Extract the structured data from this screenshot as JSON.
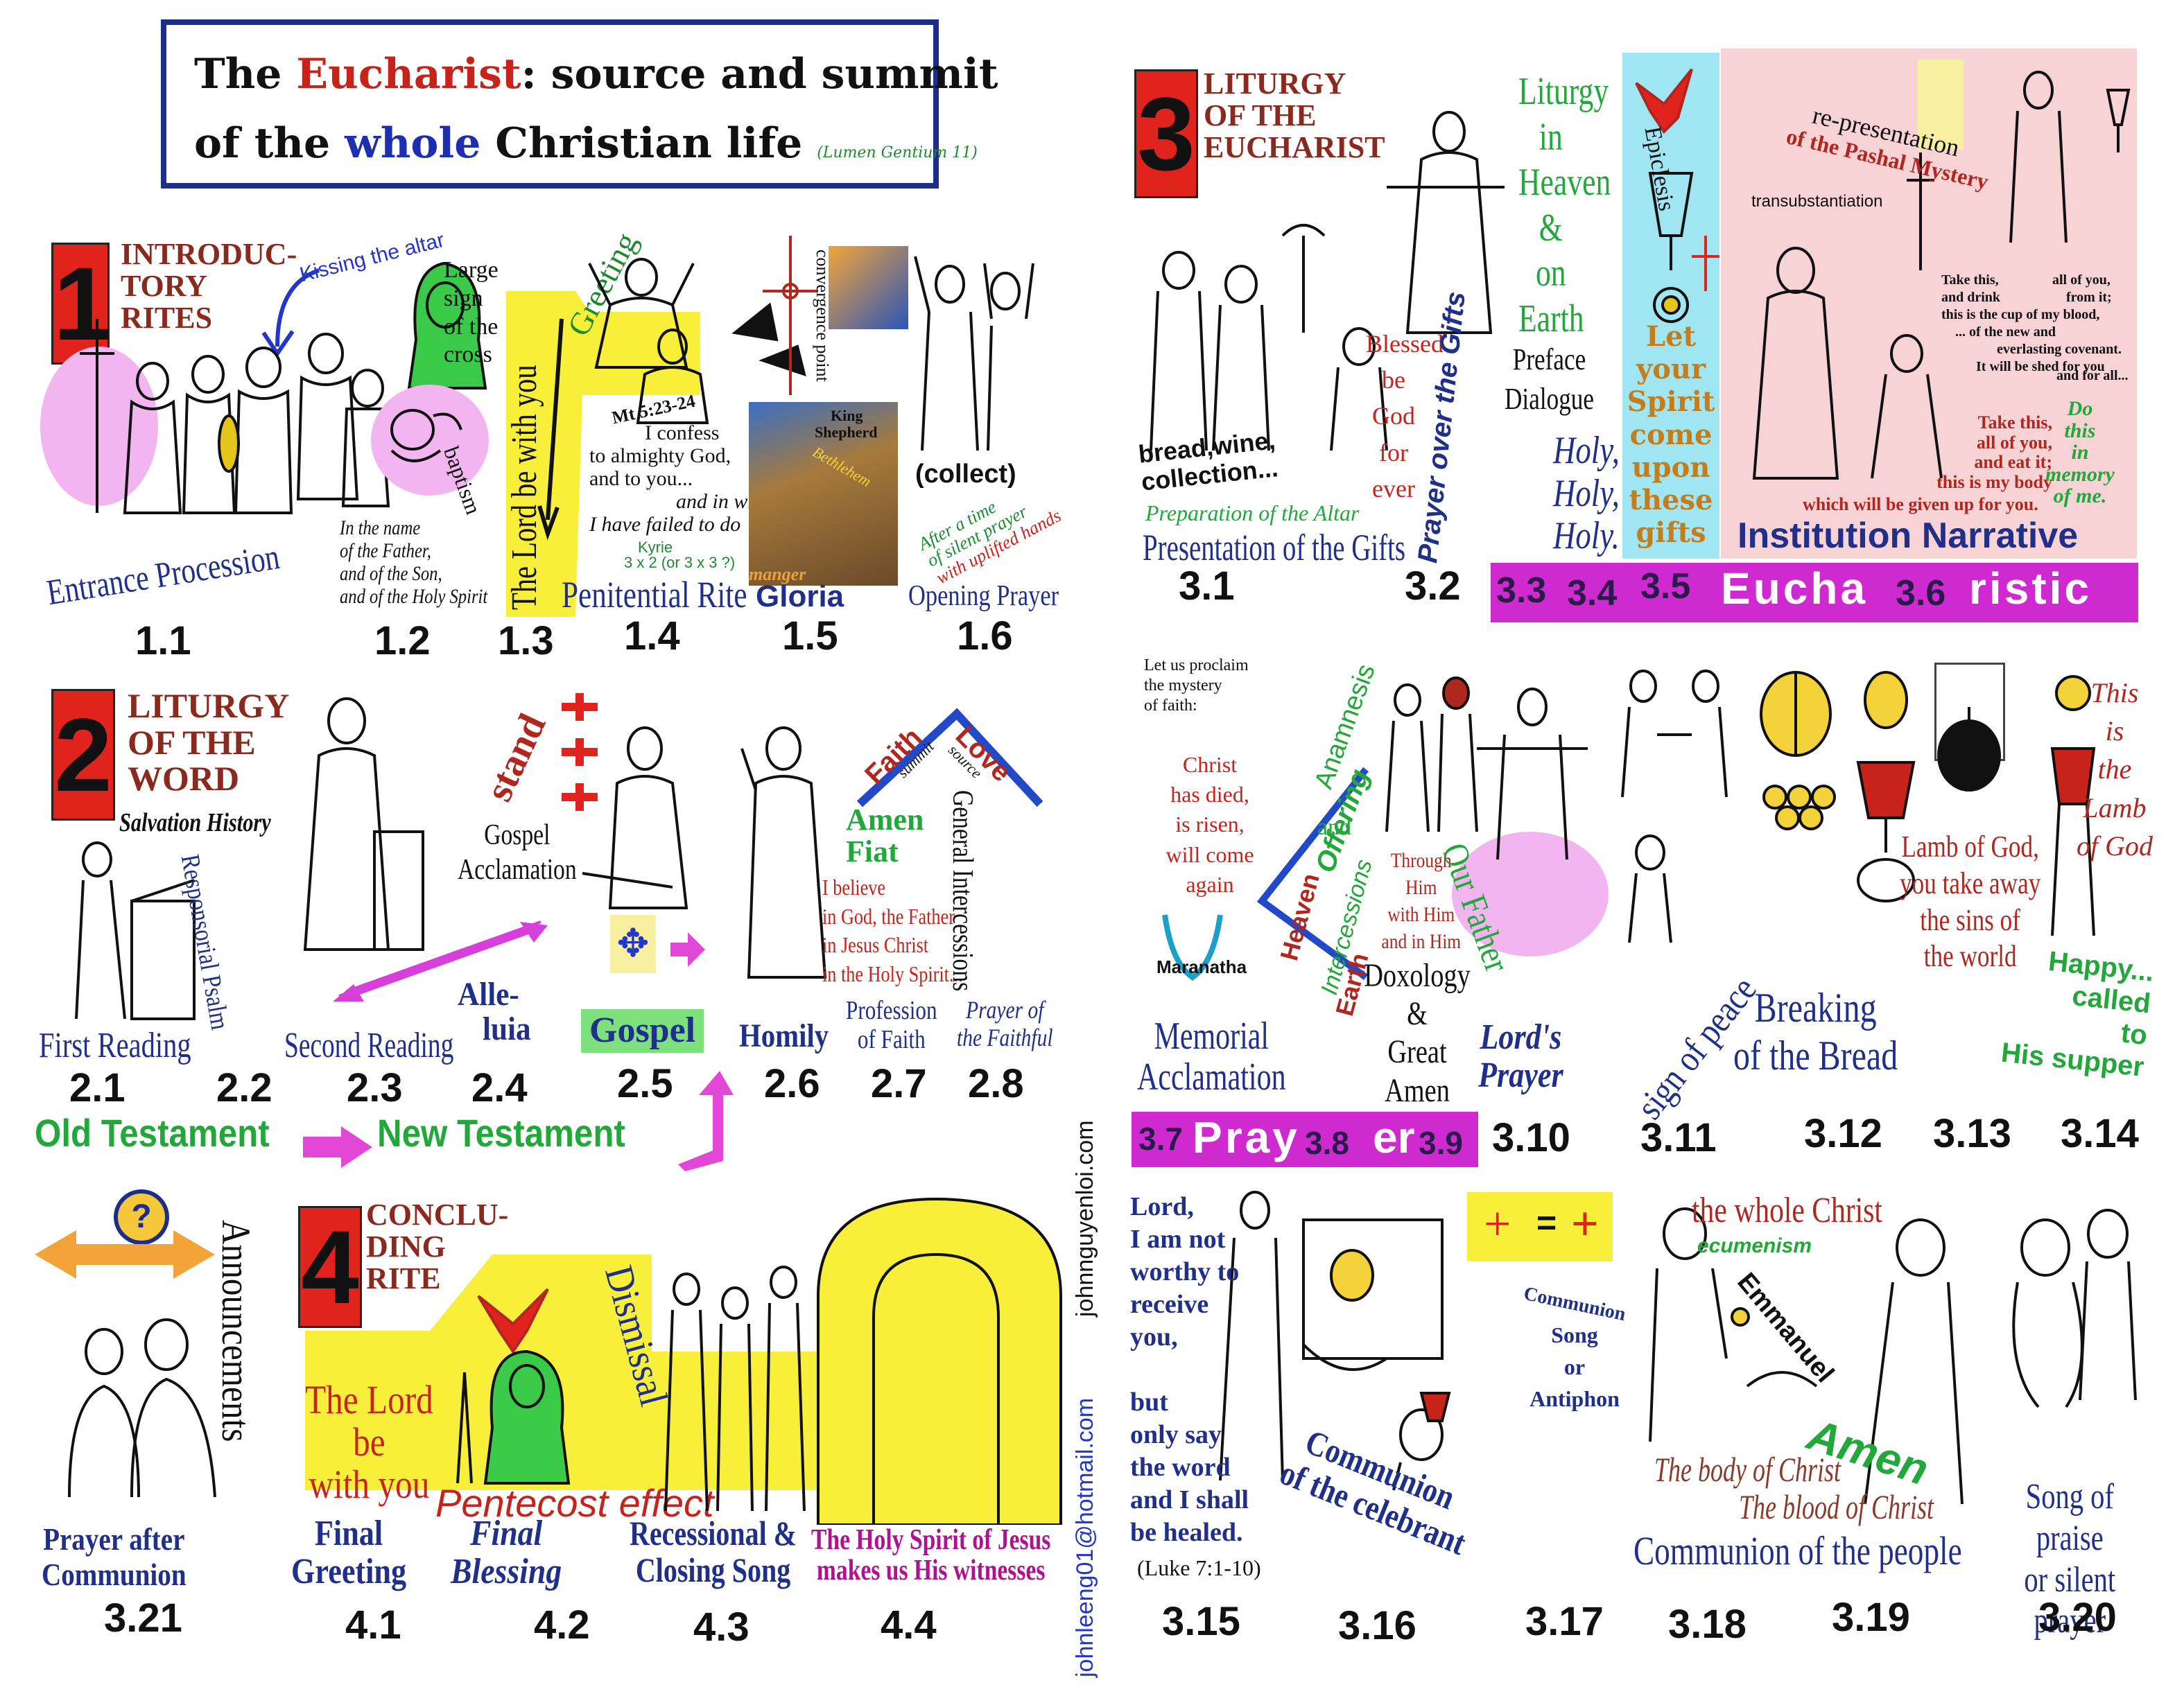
{
  "title": {
    "part1": "The ",
    "highlight1": "Eucharist",
    "part2": ": source and summit",
    "line2a": "of the ",
    "highlight2": "whole",
    "line2b": " Christian life",
    "citation": "(Lumen Gentium 11)"
  },
  "section1": {
    "number": "1",
    "heading": [
      "INTRODUC-",
      "TORY",
      "RITES"
    ],
    "kissing": "Kissing the altar",
    "entrance": "Entrance Procession",
    "sign_cross": [
      "Large",
      "sign",
      "of the",
      "cross"
    ],
    "baptism": "baptism",
    "trinity": [
      "In the name",
      "of the Father,",
      "and of the Son,",
      "and of the Holy Spirit"
    ],
    "lord_with_you": "The Lord be with you",
    "greeting": "Greeting",
    "mt": "Mt 5:23-24",
    "confess": [
      "I confess",
      "to almighty God,",
      "and to you...",
      "and in what",
      "I have failed to do"
    ],
    "kyrie": "Kyrie",
    "kyrie_count": "3 x 2 (or 3 x 3 ?)",
    "penitential": "Penitential Rite",
    "convergence": "convergence point",
    "king": "King",
    "shepherd": "Shepherd",
    "bethlehem": "Bethlehem",
    "manger": "manger",
    "gloria": "Gloria",
    "collect": "(collect)",
    "silent": [
      "After a time",
      "of silent prayer",
      "with uplifted hands"
    ],
    "opening": "Opening Prayer",
    "numbers": [
      "1.1",
      "1.2",
      "1.3",
      "1.4",
      "1.5",
      "1.6"
    ]
  },
  "section2": {
    "number": "2",
    "heading": [
      "LITURGY",
      "OF THE",
      "WORD"
    ],
    "salvation": "Salvation History",
    "first": "First Reading",
    "psalm": "Responsorial Psalm",
    "second": "Second Reading",
    "stand": "stand",
    "gospel_accl": [
      "Gospel",
      "Acclamation"
    ],
    "alleluia": [
      "Alle-",
      "luia"
    ],
    "gospel": "Gospel",
    "homily": "Homily",
    "faith": "Faith",
    "love": "Love",
    "summit": "summit",
    "source": "source",
    "amen": "Amen",
    "fiat": "Fiat",
    "believe": [
      "I believe",
      "in God, the Father",
      "in Jesus Christ",
      "in the Holy Spirit..."
    ],
    "general": "General Intercessions",
    "profession": [
      "Profession",
      "of Faith"
    ],
    "prayer_faithful": [
      "Prayer of",
      "the Faithful"
    ],
    "old": "Old Testament",
    "new": "New Testament",
    "numbers": [
      "2.1",
      "2.2",
      "2.3",
      "2.4",
      "2.5",
      "2.6",
      "2.7",
      "2.8"
    ]
  },
  "section3": {
    "number": "3",
    "heading": [
      "LITURGY",
      "OF THE",
      "EUCHARIST"
    ],
    "bread": [
      "bread,wine,",
      "collection..."
    ],
    "prep": "Preparation of the Altar",
    "presentation": "Presentation of the Gifts",
    "blessed": [
      "Blessed",
      "be",
      "God",
      "for",
      "ever"
    ],
    "prayer_gifts": "Prayer over the Gifts",
    "liturgy_heaven": [
      "Liturgy",
      "in",
      "Heaven",
      "&",
      "on",
      "Earth"
    ],
    "preface": [
      "Preface",
      "Dialogue"
    ],
    "holy": [
      "Holy,",
      "Holy,",
      "Holy."
    ],
    "epiclesis": "Epiclesis",
    "spirit": [
      "Let",
      "your",
      "Spirit",
      "come",
      "upon",
      "these",
      "gifts"
    ],
    "representation": [
      "re-presentation",
      "of the Pashal Mystery"
    ],
    "transub": "transubstantiation",
    "take_drink": [
      "Take this,",
      "and drink",
      "this is the cup of my blood,",
      "... of the new and",
      "everlasting covenant.",
      "It will be shed for you"
    ],
    "all_you": [
      "all of you,",
      "from it;",
      "and for all..."
    ],
    "take_eat": [
      "Take this,",
      "all of you,",
      "and eat it;",
      "this is my body",
      "which will be given up for you."
    ],
    "do_this": [
      "Do",
      "this",
      "in",
      "memory",
      "of me."
    ],
    "institution": "Institution Narrative",
    "eucharistic_bar": [
      "3.3",
      "3.4",
      "3.5",
      "Eucha",
      "3.6",
      "ristic"
    ],
    "numbers_top": [
      "3.1",
      "3.2"
    ],
    "proclaim": [
      "Let us proclaim",
      "the mystery",
      "of faith:"
    ],
    "christ": [
      "Christ",
      "has died,",
      "is risen,",
      "will come again"
    ],
    "maranatha": "Maranatha",
    "anamnesis": "Anamnesis",
    "offering": "Offering",
    "and": "and",
    "heaven": "Heaven",
    "intercessions": "Intercessions",
    "earth": "Earth",
    "through": [
      "Through Him",
      "with Him",
      "and in Him"
    ],
    "doxology": [
      "Doxology",
      "&",
      "Great Amen"
    ],
    "memorial": [
      "Memorial",
      "Acclamation"
    ],
    "our_father": "Our Father",
    "lords_prayer": [
      "Lord's",
      "Prayer"
    ],
    "peace": "sign of peace",
    "breaking": [
      "Breaking",
      "of the Bread"
    ],
    "lamb": [
      "Lamb of God,",
      "you take away",
      "the sins of",
      "the world"
    ],
    "this_is": [
      "This",
      "is",
      "the",
      "Lamb",
      "of God"
    ],
    "happy": [
      "Happy...",
      "called",
      "to",
      "His supper"
    ],
    "prayer_bar": [
      "3.7",
      "Pray",
      "3.8",
      "er",
      "3.9"
    ],
    "numbers_mid": [
      "3.10",
      "3.11",
      "3.12",
      "3.13",
      "3.14"
    ],
    "lord_worthy": [
      "Lord,",
      "I am not",
      "worthy to",
      "receive",
      "you,",
      "",
      "but",
      "only say",
      "the word",
      "and I shall",
      "be healed."
    ],
    "luke": "(Luke 7:1-10)",
    "communion_celebrant": [
      "Communion",
      "of the celebrant"
    ],
    "communion_song": [
      "Communion",
      "Song",
      "or",
      "Antiphon"
    ],
    "whole_christ": "the whole Christ",
    "ecumenism": "ecumenism",
    "emmanuel": "Emmanuel",
    "amen": "Amen",
    "body": "The body of Christ",
    "blood": "The blood of Christ",
    "communion_people": "Communion of the people",
    "song_praise": [
      "Song of praise",
      "or silent prayer"
    ],
    "numbers_bottom": [
      "3.15",
      "3.16",
      "3.17",
      "3.18",
      "3.19",
      "3.20"
    ]
  },
  "section4": {
    "number": "4",
    "heading": [
      "CONCLU-",
      "DING",
      "RITE"
    ],
    "announcements": "Announcements",
    "prayer_after": [
      "Prayer after",
      "Communion"
    ],
    "num_321": "3.21",
    "lord_with_you": [
      "The Lord",
      "be",
      "with you"
    ],
    "dismissal": "Dismissal",
    "pentecost": "Pentecost effect",
    "final_greeting": [
      "Final",
      "Greeting"
    ],
    "final_blessing": [
      "Final",
      "Blessing"
    ],
    "recessional": [
      "Recessional &",
      "Closing Song"
    ],
    "holy_spirit": [
      "The Holy Spirit of Jesus",
      "makes us His witnesses"
    ],
    "numbers": [
      "4.1",
      "4.2",
      "4.3",
      "4.4"
    ]
  },
  "credits": {
    "email": "johnleeng01@hotmail.com",
    "site": "johnnguyenloi.com"
  }
}
